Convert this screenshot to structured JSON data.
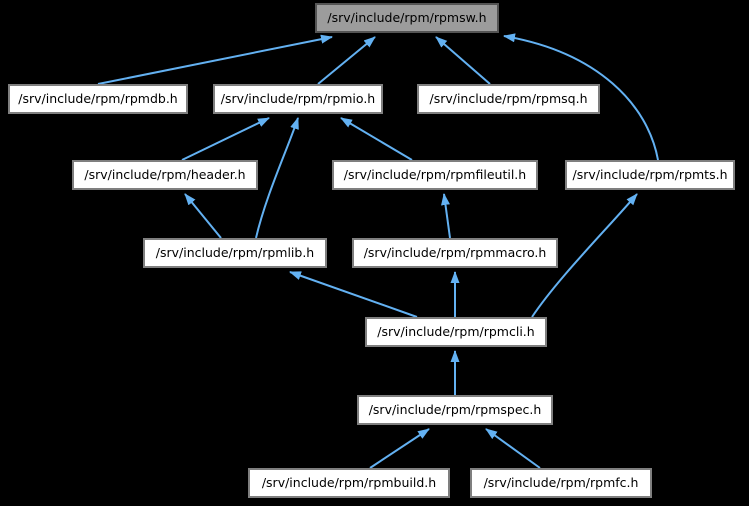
{
  "diagram": {
    "kind": "include-dependency-graph",
    "highlighted_node": "rpmsw",
    "colors": {
      "background": "#000000",
      "edge": "#63b1f2",
      "node_fill": "#ffffff",
      "node_border": "#7f7f7f",
      "highlight_fill": "#9c9c9c",
      "highlight_border": "#545454",
      "text": "#000000"
    },
    "nodes": {
      "rpmsw": {
        "label": "/srv/include/rpm/rpmsw.h"
      },
      "rpmdb": {
        "label": "/srv/include/rpm/rpmdb.h"
      },
      "rpmio": {
        "label": "/srv/include/rpm/rpmio.h"
      },
      "rpmsq": {
        "label": "/srv/include/rpm/rpmsq.h"
      },
      "header": {
        "label": "/srv/include/rpm/header.h"
      },
      "rpmfileutil": {
        "label": "/srv/include/rpm/rpmfileutil.h"
      },
      "rpmts": {
        "label": "/srv/include/rpm/rpmts.h"
      },
      "rpmlib": {
        "label": "/srv/include/rpm/rpmlib.h"
      },
      "rpmmacro": {
        "label": "/srv/include/rpm/rpmmacro.h"
      },
      "rpmcli": {
        "label": "/srv/include/rpm/rpmcli.h"
      },
      "rpmspec": {
        "label": "/srv/include/rpm/rpmspec.h"
      },
      "rpmbuild": {
        "label": "/srv/include/rpm/rpmbuild.h"
      },
      "rpmfc": {
        "label": "/srv/include/rpm/rpmfc.h"
      }
    },
    "edges": [
      {
        "from": "rpmdb",
        "to": "rpmsw"
      },
      {
        "from": "rpmio",
        "to": "rpmsw"
      },
      {
        "from": "rpmsq",
        "to": "rpmsw"
      },
      {
        "from": "rpmts",
        "to": "rpmsw"
      },
      {
        "from": "header",
        "to": "rpmio"
      },
      {
        "from": "rpmlib",
        "to": "rpmio"
      },
      {
        "from": "rpmfileutil",
        "to": "rpmio"
      },
      {
        "from": "rpmlib",
        "to": "header"
      },
      {
        "from": "rpmmacro",
        "to": "rpmfileutil"
      },
      {
        "from": "rpmcli",
        "to": "rpmts"
      },
      {
        "from": "rpmcli",
        "to": "rpmlib"
      },
      {
        "from": "rpmcli",
        "to": "rpmmacro"
      },
      {
        "from": "rpmspec",
        "to": "rpmcli"
      },
      {
        "from": "rpmbuild",
        "to": "rpmspec"
      },
      {
        "from": "rpmfc",
        "to": "rpmspec"
      }
    ]
  }
}
